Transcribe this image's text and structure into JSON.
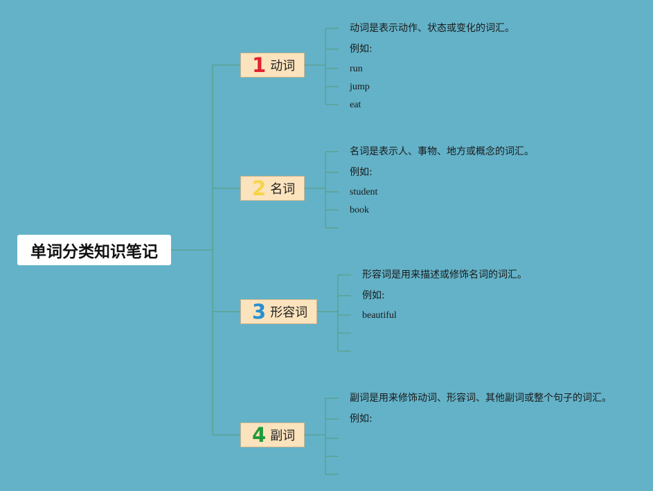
{
  "root": {
    "label": "单词分类知识笔记"
  },
  "branches": [
    {
      "number": "1",
      "number_color": "#e0232f",
      "label": "动词",
      "definition": "动词是表示动作、状态或变化的词汇。",
      "example_label": "例如:",
      "examples": [
        "run",
        "jump",
        "eat"
      ]
    },
    {
      "number": "2",
      "number_color": "#f6d44a",
      "label": "名词",
      "definition": "名词是表示人、事物、地方或概念的词汇。",
      "example_label": "例如:",
      "examples": [
        "student",
        "book",
        ""
      ]
    },
    {
      "number": "3",
      "number_color": "#2a8ed0",
      "label": "形容词",
      "definition": "形容词是用来描述或修饰名词的词汇。",
      "example_label": "例如:",
      "examples": [
        "beautiful",
        "",
        ""
      ]
    },
    {
      "number": "4",
      "number_color": "#1f9a3a",
      "label": "副词",
      "definition": "副词是用来修饰动词、形容词、其他副词或整个句子的词汇。",
      "example_label": "例如:",
      "examples": [
        "",
        "",
        ""
      ]
    }
  ],
  "colors": {
    "background": "#63b2c8",
    "connector": "#5a9e86",
    "node_fill": "#fbe3bd"
  }
}
